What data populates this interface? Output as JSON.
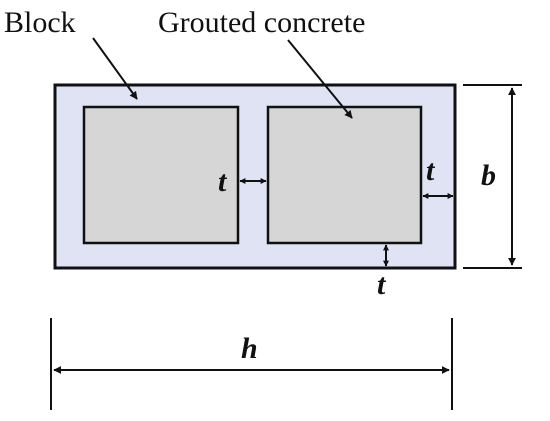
{
  "labels": {
    "block": "Block",
    "grouted": "Grouted concrete",
    "t_middle": "t",
    "t_right": "t",
    "t_bottom": "t",
    "b": "b",
    "h": "h"
  },
  "colors": {
    "block_fill": "#dfe3f4",
    "core_fill": "#d6d6d6",
    "stroke": "#111111"
  }
}
